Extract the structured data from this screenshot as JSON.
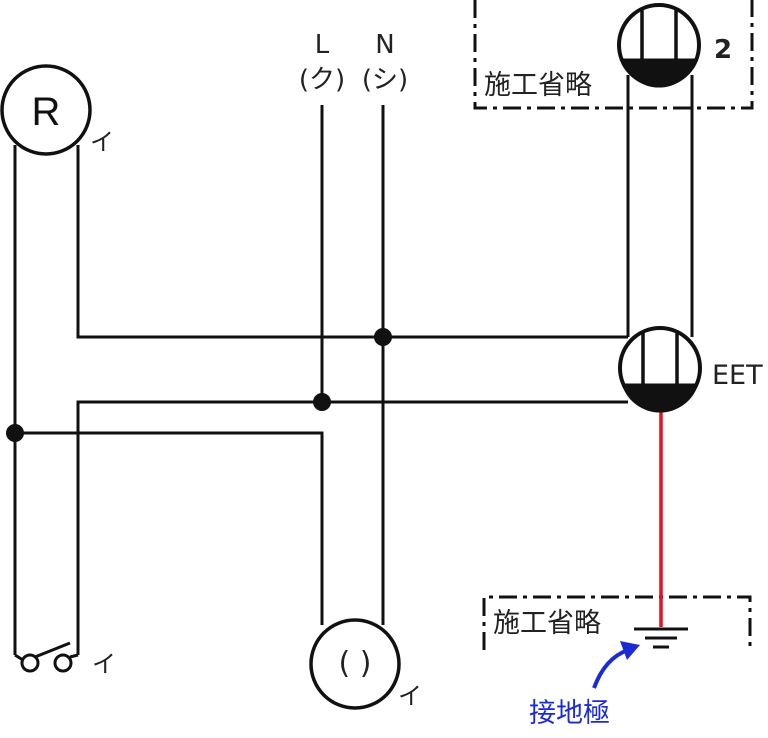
{
  "labels": {
    "line_l": "L",
    "line_l_sub": "(ク)",
    "line_n": "N",
    "line_n_sub": "(シ)",
    "lamp_r": "R",
    "lamp_r_tag": "イ",
    "switch_tag": "イ",
    "outlet_tag": "イ",
    "outlet_symbol": "( )",
    "outlet_2_num": "2",
    "eet": "EET",
    "omit_top": "施工省略",
    "omit_bottom": "施工省略",
    "ground": "接地極"
  },
  "colors": {
    "wire": "#111111",
    "ground_wire": "#e0141e",
    "ground_label": "#1a2bd6"
  },
  "icons": {
    "junction": "junction-dot",
    "ground": "ground-symbol-icon",
    "arrow": "curved-arrow-icon"
  }
}
